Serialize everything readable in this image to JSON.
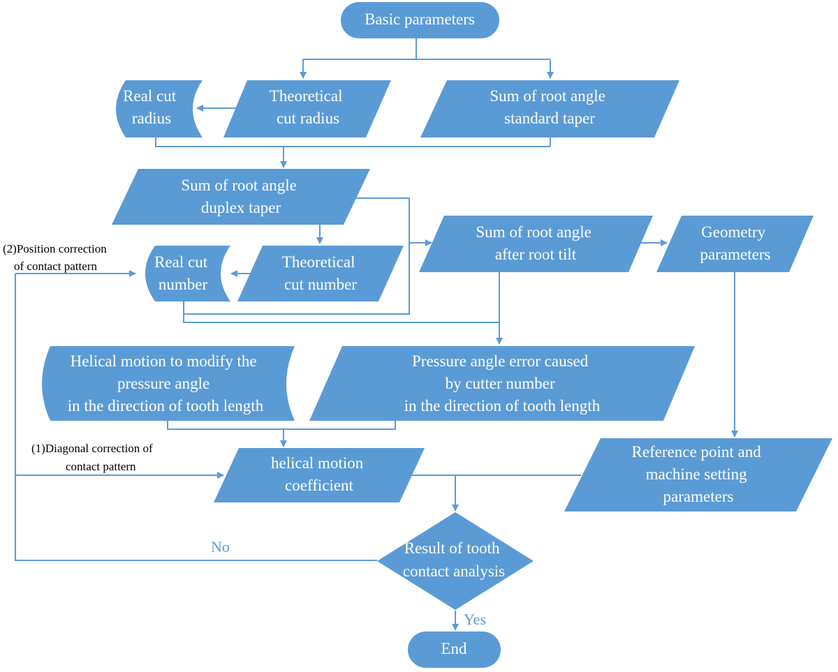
{
  "nodes": {
    "basic_parameters": [
      "Basic parameters"
    ],
    "real_cut_radius": [
      "Real cut",
      "radius"
    ],
    "theoretical_cut_radius": [
      "Theoretical",
      "cut radius"
    ],
    "root_angle_standard_taper": [
      "Sum of  root angle",
      "standard taper"
    ],
    "root_angle_duplex_taper": [
      "Sum of  root angle",
      "duplex taper"
    ],
    "real_cut_number": [
      "Real cut",
      "number"
    ],
    "theoretical_cut_number": [
      "Theoretical",
      "cut number"
    ],
    "root_angle_after_tilt": [
      "Sum of root angle",
      "after root tilt"
    ],
    "geometry_parameters": [
      "Geometry",
      "parameters"
    ],
    "helical_motion_modify": [
      "Helical motion  to modify the",
      "pressure angle",
      "in the direction of tooth length"
    ],
    "pressure_angle_error": [
      "Pressure angle error caused",
      "by cutter number",
      "in the direction of tooth length"
    ],
    "helical_motion_coefficient": [
      "helical motion",
      "coefficient"
    ],
    "reference_point_machine": [
      "Reference point and",
      "machine  setting",
      "parameters"
    ],
    "tca_result": [
      "Result of tooth",
      "contact analysis"
    ],
    "end": [
      "End"
    ]
  },
  "notes": {
    "position_correction": [
      "(2)Position correction",
      "of contact pattern"
    ],
    "diagonal_correction": [
      "(1)Diagonal correction of",
      "contact pattern"
    ]
  },
  "branches": {
    "no": "No",
    "yes": "Yes"
  },
  "colors": {
    "shape_fill": "#5b9bd5",
    "connector": "#5b9bd5",
    "node_text": "#ffffff",
    "note_text": "#000000"
  }
}
